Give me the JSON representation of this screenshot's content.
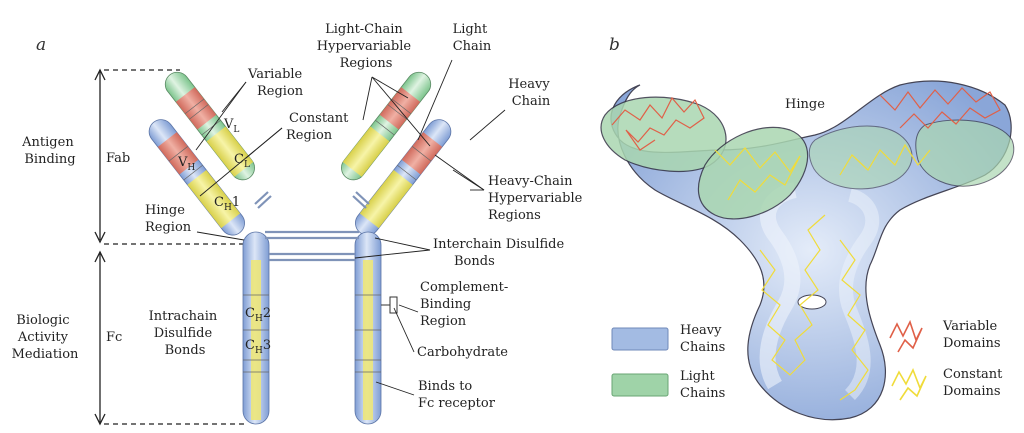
{
  "panel_a": {
    "letter": "a",
    "antigen_binding": [
      "Antigen",
      "Binding"
    ],
    "fab": "Fab",
    "fc": "Fc",
    "biologic": [
      "Biologic",
      "Activity",
      "Mediation"
    ],
    "variable_region": [
      "Variable",
      "Region"
    ],
    "constant_region": [
      "Constant",
      "Region"
    ],
    "light_chain_hv": [
      "Light-Chain",
      "Hypervariable",
      "Regions"
    ],
    "light_chain": [
      "Light",
      "Chain"
    ],
    "heavy_chain": [
      "Heavy",
      "Chain"
    ],
    "heavy_chain_hv": [
      "Heavy-Chain",
      "Hypervariable",
      "Regions"
    ],
    "hinge_region": [
      "Hinge",
      "Region"
    ],
    "interchain": [
      "Interchain Disulfide",
      "Bonds"
    ],
    "complement": [
      "Complement-",
      "Binding",
      "Region"
    ],
    "carbohydrate": "Carbohydrate",
    "fc_receptor": [
      "Binds to",
      "Fc receptor"
    ],
    "intrachain": [
      "Intrachain",
      "Disulfide",
      "Bonds"
    ],
    "domains": {
      "vl": {
        "main": "V",
        "sub": "L"
      },
      "cl": {
        "main": "C",
        "sub": "L"
      },
      "vh": {
        "main": "V",
        "sub": "H"
      },
      "ch1": {
        "main": "C",
        "sub": "H",
        "tail": "1"
      },
      "ch2": {
        "main": "C",
        "sub": "H",
        "tail": "2"
      },
      "ch3": {
        "main": "C",
        "sub": "H",
        "tail": "3"
      }
    }
  },
  "panel_b": {
    "letter": "b",
    "hinge": "Hinge",
    "legend": {
      "heavy": [
        "Heavy",
        "Chains"
      ],
      "light": [
        "Light",
        "Chains"
      ],
      "variable": [
        "Variable",
        "Domains"
      ],
      "constant": [
        "Constant",
        "Domains"
      ]
    }
  },
  "colors": {
    "heavy_chain": "#9db4df",
    "light_chain": "#9fd3a8",
    "variable_segment": "#e07a6a",
    "constant_segment": "#e8e26a",
    "variable_trace": "#e0604a",
    "constant_trace": "#f2e03a"
  }
}
